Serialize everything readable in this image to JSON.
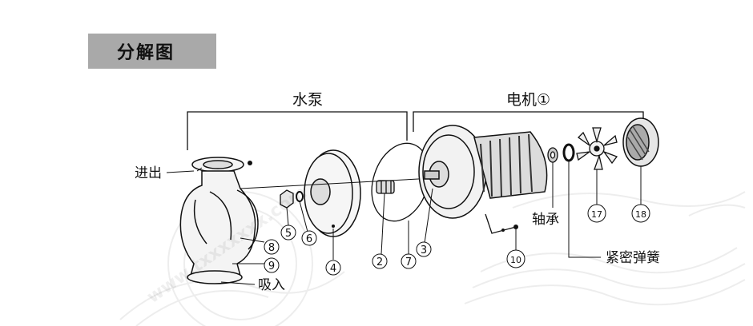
{
  "title": "分解图",
  "sections": {
    "pump": "水泵",
    "motor": "电机①"
  },
  "labels": {
    "inlet_outlet": "进出",
    "suction": "吸入",
    "bearing": "轴承",
    "spring": "紧密弹簧"
  },
  "parts": {
    "p2": "2",
    "p3": "3",
    "p4": "4",
    "p5": "5",
    "p6": "6",
    "p7": "7",
    "p8": "8",
    "p9": "9",
    "p10": "10",
    "p17": "17",
    "p18": "18"
  },
  "watermark": "www.txxxxxxx.com"
}
